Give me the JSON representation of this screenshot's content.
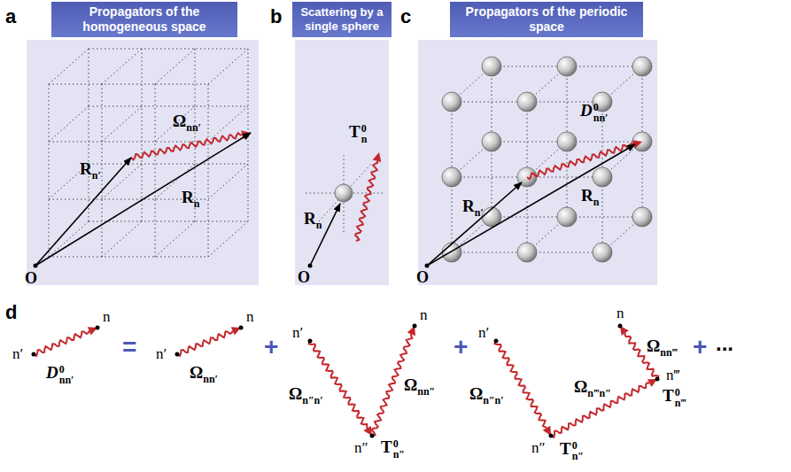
{
  "diagram": {
    "nodes": [
      {
        "text": [
          "Propagators of the homogeneous space"
        ]
      },
      {
        "text": [
          "Scattering by a single sphere"
        ]
      },
      {
        "text": [
          "Propagators of the periodic space"
        ]
      }
    ],
    "labels": [
      "a",
      "b",
      "c",
      "d",
      "Ωnn′",
      "Rn′",
      "Rn",
      "O",
      "T0n",
      "Rn",
      "O",
      "D0nn′",
      "Rn′",
      "Rn",
      "O",
      "n′",
      "n",
      "D0nn′",
      "=",
      "n′",
      "n",
      "Ωnn′",
      "+",
      "n′",
      "n",
      "Ωn″n′",
      "Ωnn″",
      "n″",
      "T0n″",
      "+",
      "n′",
      "n",
      "Ωn″n′",
      "Ωn‴n″",
      "n‴",
      "T0n‴",
      "Ωnn‴",
      "n″",
      "T0n″",
      "+",
      "..."
    ]
  }
}
